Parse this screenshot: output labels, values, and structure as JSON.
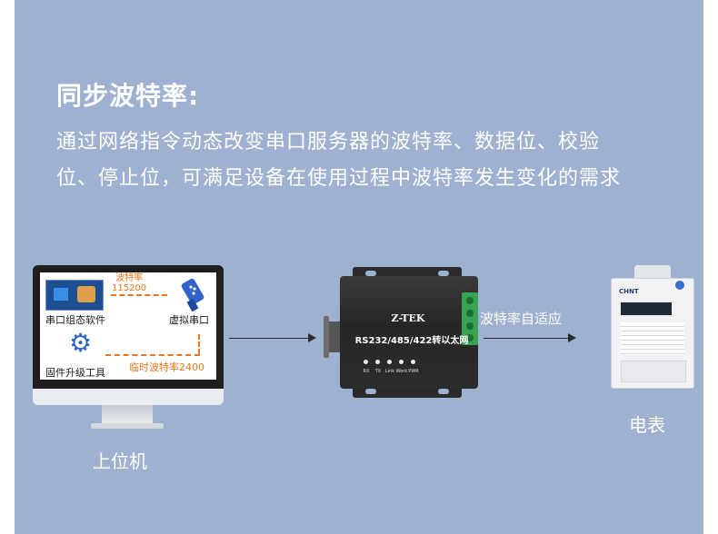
{
  "heading": "同步波特率:",
  "description": {
    "line1": "通过网络指令动态改变串口服务器的波特率、数据位、校验",
    "line2": "位、停止位，可满足设备在使用过程中波特率发生变化的需求"
  },
  "pc": {
    "screen": {
      "baud_label_line1": "波特率",
      "baud_label_line2": "115200",
      "app_label": "串口组态软件",
      "virtual_port_label": "虚拟串口",
      "firmware_label": "固件升级工具",
      "temp_baud_label": "临时波特率2400"
    },
    "caption": "上位机"
  },
  "device": {
    "brand": "Z-TEK",
    "model": "RS232/485/422转以太网",
    "leds": [
      "RX",
      "TX",
      "Link",
      "Work",
      "PWR"
    ]
  },
  "arrow_label": "波特率自适应",
  "meter": {
    "caption": "电表",
    "logo": "CHNT"
  },
  "colors": {
    "background": "#9eb1d0",
    "accent": "#e9761f",
    "icon_blue": "#2f63c9"
  }
}
